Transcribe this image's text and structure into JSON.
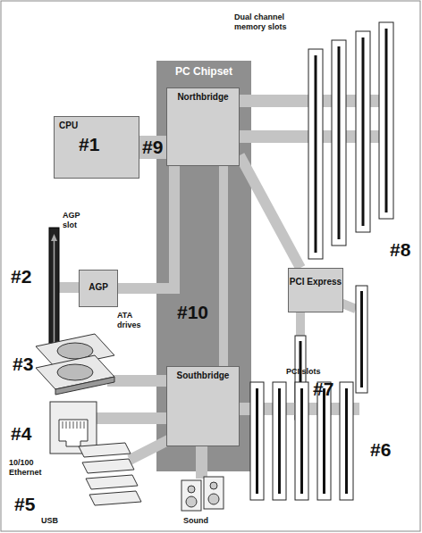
{
  "diagram": {
    "nodes": [
      {
        "text": [
          "PC Chipset"
        ]
      },
      {
        "text": [
          "CPU"
        ]
      },
      {
        "text": [
          "Northbridge"
        ],
        "in": 0
      },
      {
        "text": [
          "AGP"
        ]
      },
      {
        "text": [
          "PCI Express"
        ]
      },
      {
        "text": [
          "Southbridge"
        ],
        "in": 0
      }
    ],
    "edges": [
      {
        "from": 1,
        "to": 2,
        "arrow": "none",
        "label": "#9"
      },
      {
        "from": 2,
        "to": 3,
        "arrow": "none"
      },
      {
        "from": 2,
        "to": 4,
        "arrow": "none"
      },
      {
        "from": 2,
        "to": 5,
        "arrow": "none"
      }
    ],
    "labels": [
      "Dual channel memory slots",
      "#1",
      "AGP slot",
      "#2",
      "#8",
      "#7",
      "#10",
      "ATA drives",
      "#3",
      "#4",
      "10/100 Ethernet",
      "#5",
      "USB",
      "PCI slots",
      "#6",
      "Sound"
    ]
  }
}
